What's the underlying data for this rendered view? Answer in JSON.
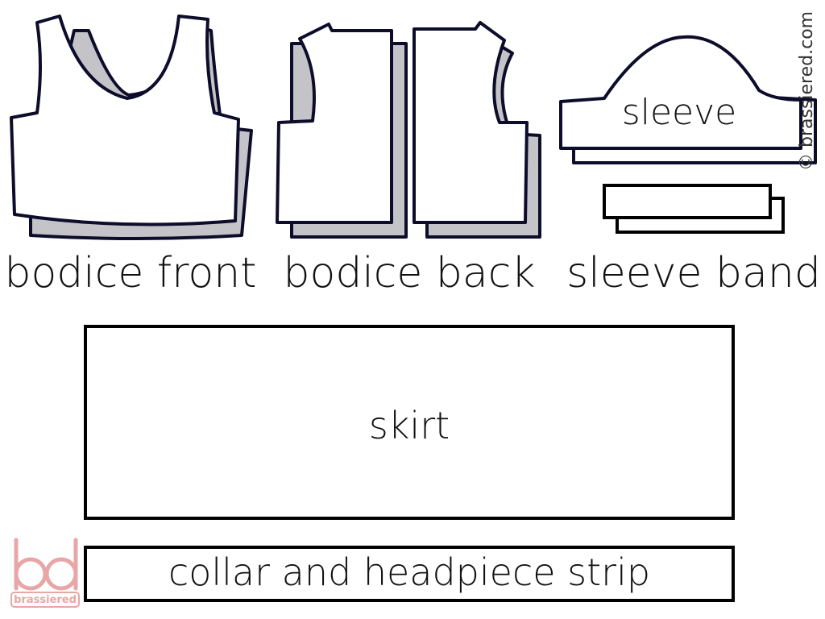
{
  "pieces": {
    "bodice_front": "bodice front",
    "bodice_back": "bodice back",
    "sleeve": "sleeve",
    "sleeve_band": "sleeve band",
    "skirt": "skirt",
    "collar_strip": "collar and headpiece strip"
  },
  "watermark": "© brassiered.com",
  "logo": {
    "mark": "bd",
    "name": "brassiered"
  },
  "colors": {
    "outline": "#0d0d2b",
    "shadow": "#c4c4c8",
    "logo": "#e8a6a6"
  }
}
